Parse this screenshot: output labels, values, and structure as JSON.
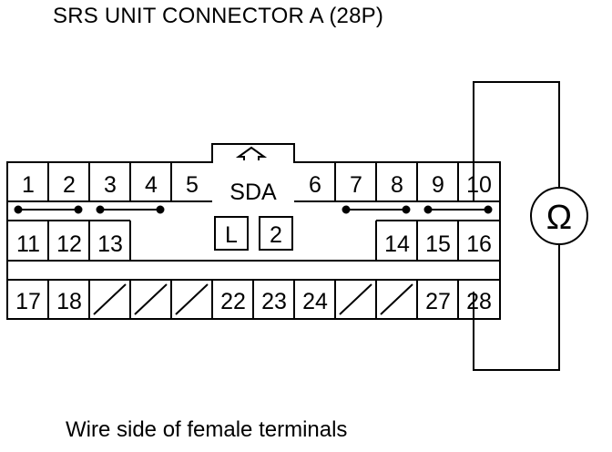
{
  "title": "SRS UNIT CONNECTOR A (28P)",
  "caption": "Wire side of female terminals",
  "connector": {
    "center_label": "SDA",
    "lock_markers": [
      "L",
      "2"
    ],
    "row1": [
      "1",
      "2",
      "3",
      "4",
      "5",
      "6",
      "7",
      "8",
      "9",
      "10"
    ],
    "row2": [
      "11",
      "12",
      "13",
      "14",
      "15",
      "16"
    ],
    "row3": [
      "17",
      "18",
      "",
      "",
      "",
      "22",
      "23",
      "24",
      "",
      "",
      "27",
      "28"
    ]
  },
  "meter_symbol": "Ω"
}
